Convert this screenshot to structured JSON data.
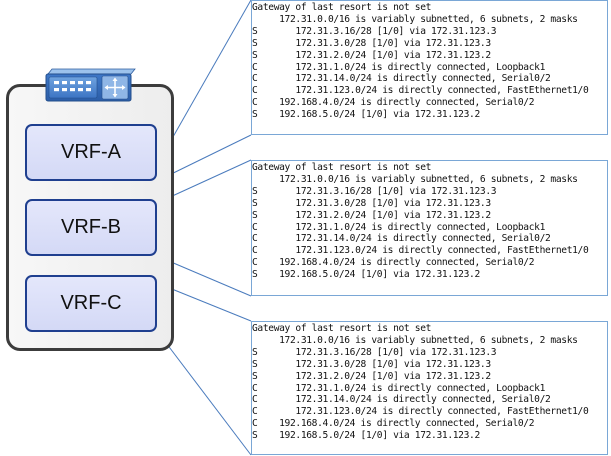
{
  "router": {
    "vrfs": [
      "VRF-A",
      "VRF-B",
      "VRF-C"
    ]
  },
  "routing_tables": [
    {
      "lines": [
        "Gateway of last resort is not set",
        "",
        "     172.31.0.0/16 is variably subnetted, 6 subnets, 2 masks",
        "S       172.31.3.16/28 [1/0] via 172.31.123.3",
        "S       172.31.3.0/28 [1/0] via 172.31.123.3",
        "S       172.31.2.0/24 [1/0] via 172.31.123.2",
        "C       172.31.1.0/24 is directly connected, Loopback1",
        "C       172.31.14.0/24 is directly connected, Serial0/2",
        "C       172.31.123.0/24 is directly connected, FastEthernet1/0",
        "C    192.168.4.0/24 is directly connected, Serial0/2",
        "S    192.168.5.0/24 [1/0] via 172.31.123.2"
      ]
    },
    {
      "lines": [
        "Gateway of last resort is not set",
        "",
        "     172.31.0.0/16 is variably subnetted, 6 subnets, 2 masks",
        "S       172.31.3.16/28 [1/0] via 172.31.123.3",
        "S       172.31.3.0/28 [1/0] via 172.31.123.3",
        "S       172.31.2.0/24 [1/0] via 172.31.123.2",
        "C       172.31.1.0/24 is directly connected, Loopback1",
        "C       172.31.14.0/24 is directly connected, Serial0/2",
        "C       172.31.123.0/24 is directly connected, FastEthernet1/0",
        "C    192.168.4.0/24 is directly connected, Serial0/2",
        "S    192.168.5.0/24 [1/0] via 172.31.123.2"
      ]
    },
    {
      "lines": [
        "Gateway of last resort is not set",
        "",
        "     172.31.0.0/16 is variably subnetted, 6 subnets, 2 masks",
        "S       172.31.3.16/28 [1/0] via 172.31.123.3",
        "S       172.31.3.0/28 [1/0] via 172.31.123.3",
        "S       172.31.2.0/24 [1/0] via 172.31.123.2",
        "C       172.31.1.0/24 is directly connected, Loopback1",
        "C       172.31.14.0/24 is directly connected, Serial0/2",
        "C       172.31.123.0/24 is directly connected, FastEthernet1/0",
        "C    192.168.4.0/24 is directly connected, Serial0/2",
        "S    192.168.5.0/24 [1/0] via 172.31.123.2"
      ]
    }
  ],
  "icons": [
    "router-switch-icon"
  ],
  "colors": {
    "router_border": "#3c3c3c",
    "vrf_border": "#1f3f8f",
    "vrf_fill": "#dde1f8",
    "panel_border": "#7aa7d6",
    "connector": "#4a7bbd"
  }
}
